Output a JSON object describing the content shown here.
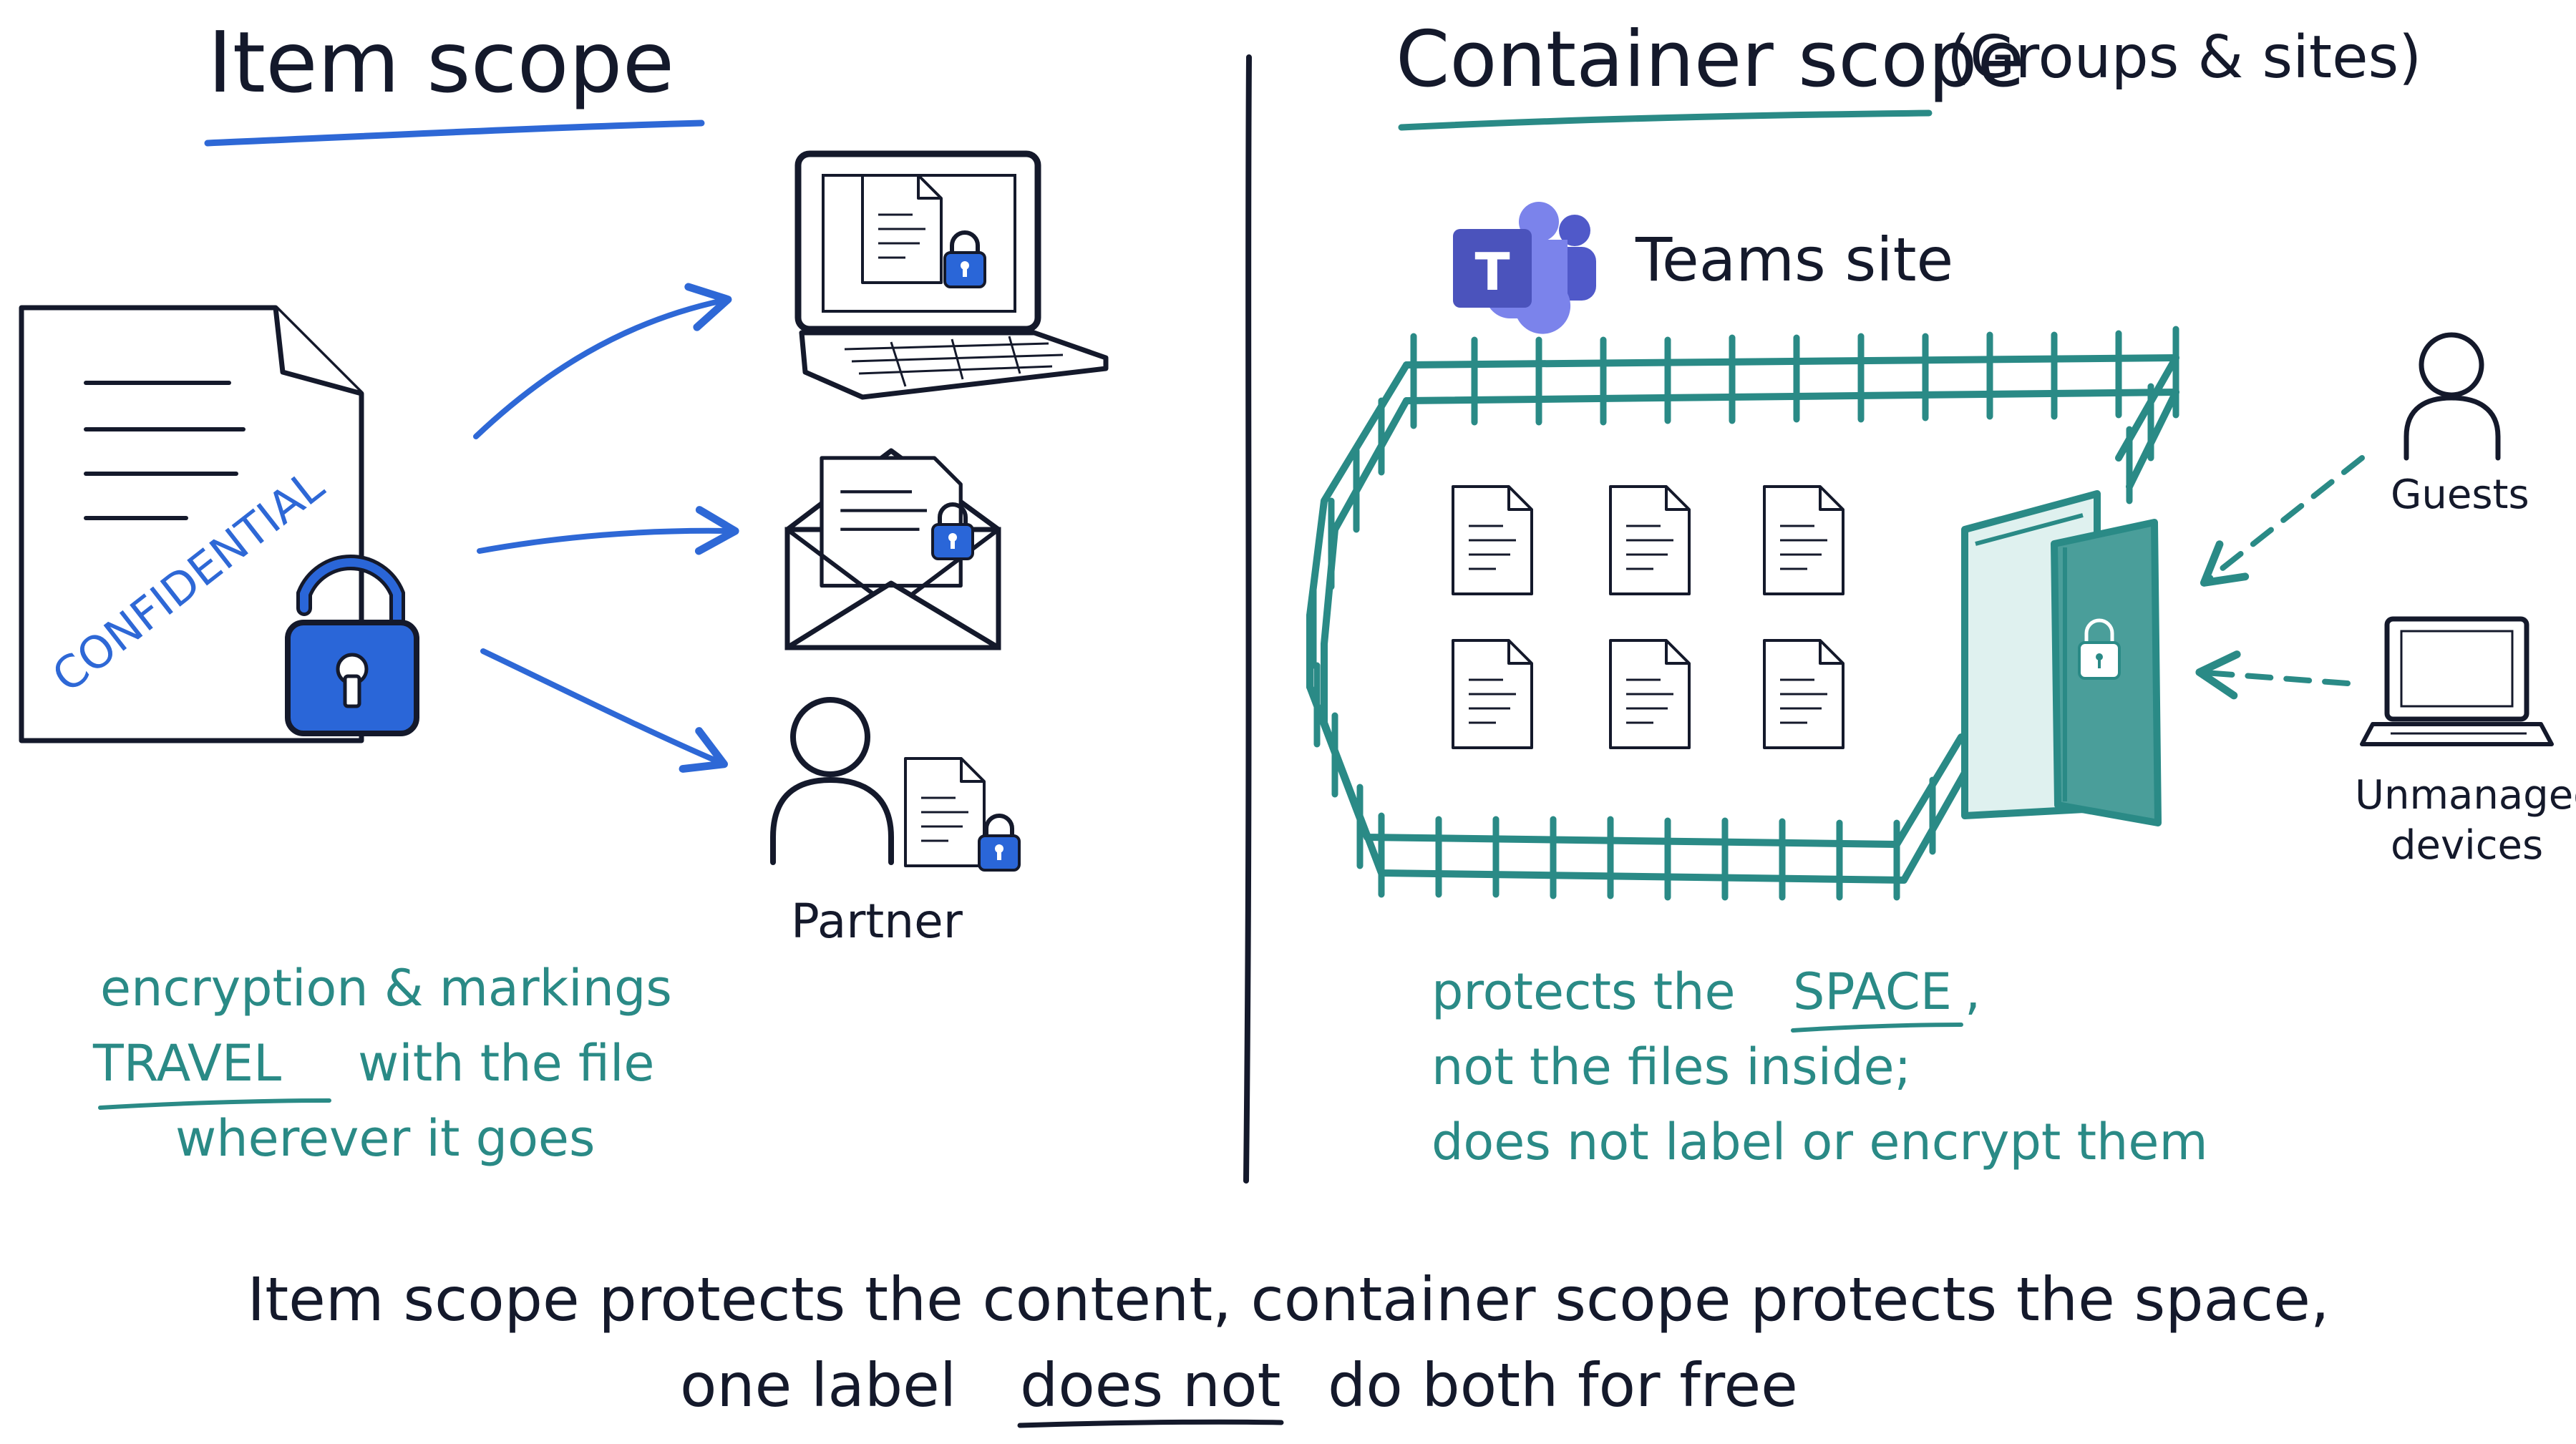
{
  "left": {
    "heading": "Item scope",
    "stamp": "CONFIDENTIAL",
    "targets": {
      "partner_label": "Partner"
    },
    "note": {
      "line1": "encryption & markings",
      "line2_emphasis": "TRAVEL",
      "line2_rest": "with the file",
      "line3": "wherever it goes"
    }
  },
  "right": {
    "heading": "Container scope",
    "heading_suffix": "(Groups & sites)",
    "teams_label": "Teams site",
    "guests_label": "Guests",
    "devices_label_1": "Unmanaged",
    "devices_label_2": "devices",
    "note": {
      "line1_pre": "protects the",
      "line1_emphasis": "SPACE",
      "line1_post": ",",
      "line2": "not the files inside;",
      "line3": "does not label or encrypt them"
    }
  },
  "footer": {
    "line1": "Item scope protects the content, container scope protects the space,",
    "line2_pre": "one label",
    "line2_emphasis": "does not",
    "line2_post": "do both for free"
  },
  "colors": {
    "ink": "#14192b",
    "blue": "#2e68d6",
    "lock_blue": "#2a66d8",
    "teal": "#2a8a86",
    "teal_light": "#dff1ef",
    "teams_purple": "#4f5bc4"
  }
}
